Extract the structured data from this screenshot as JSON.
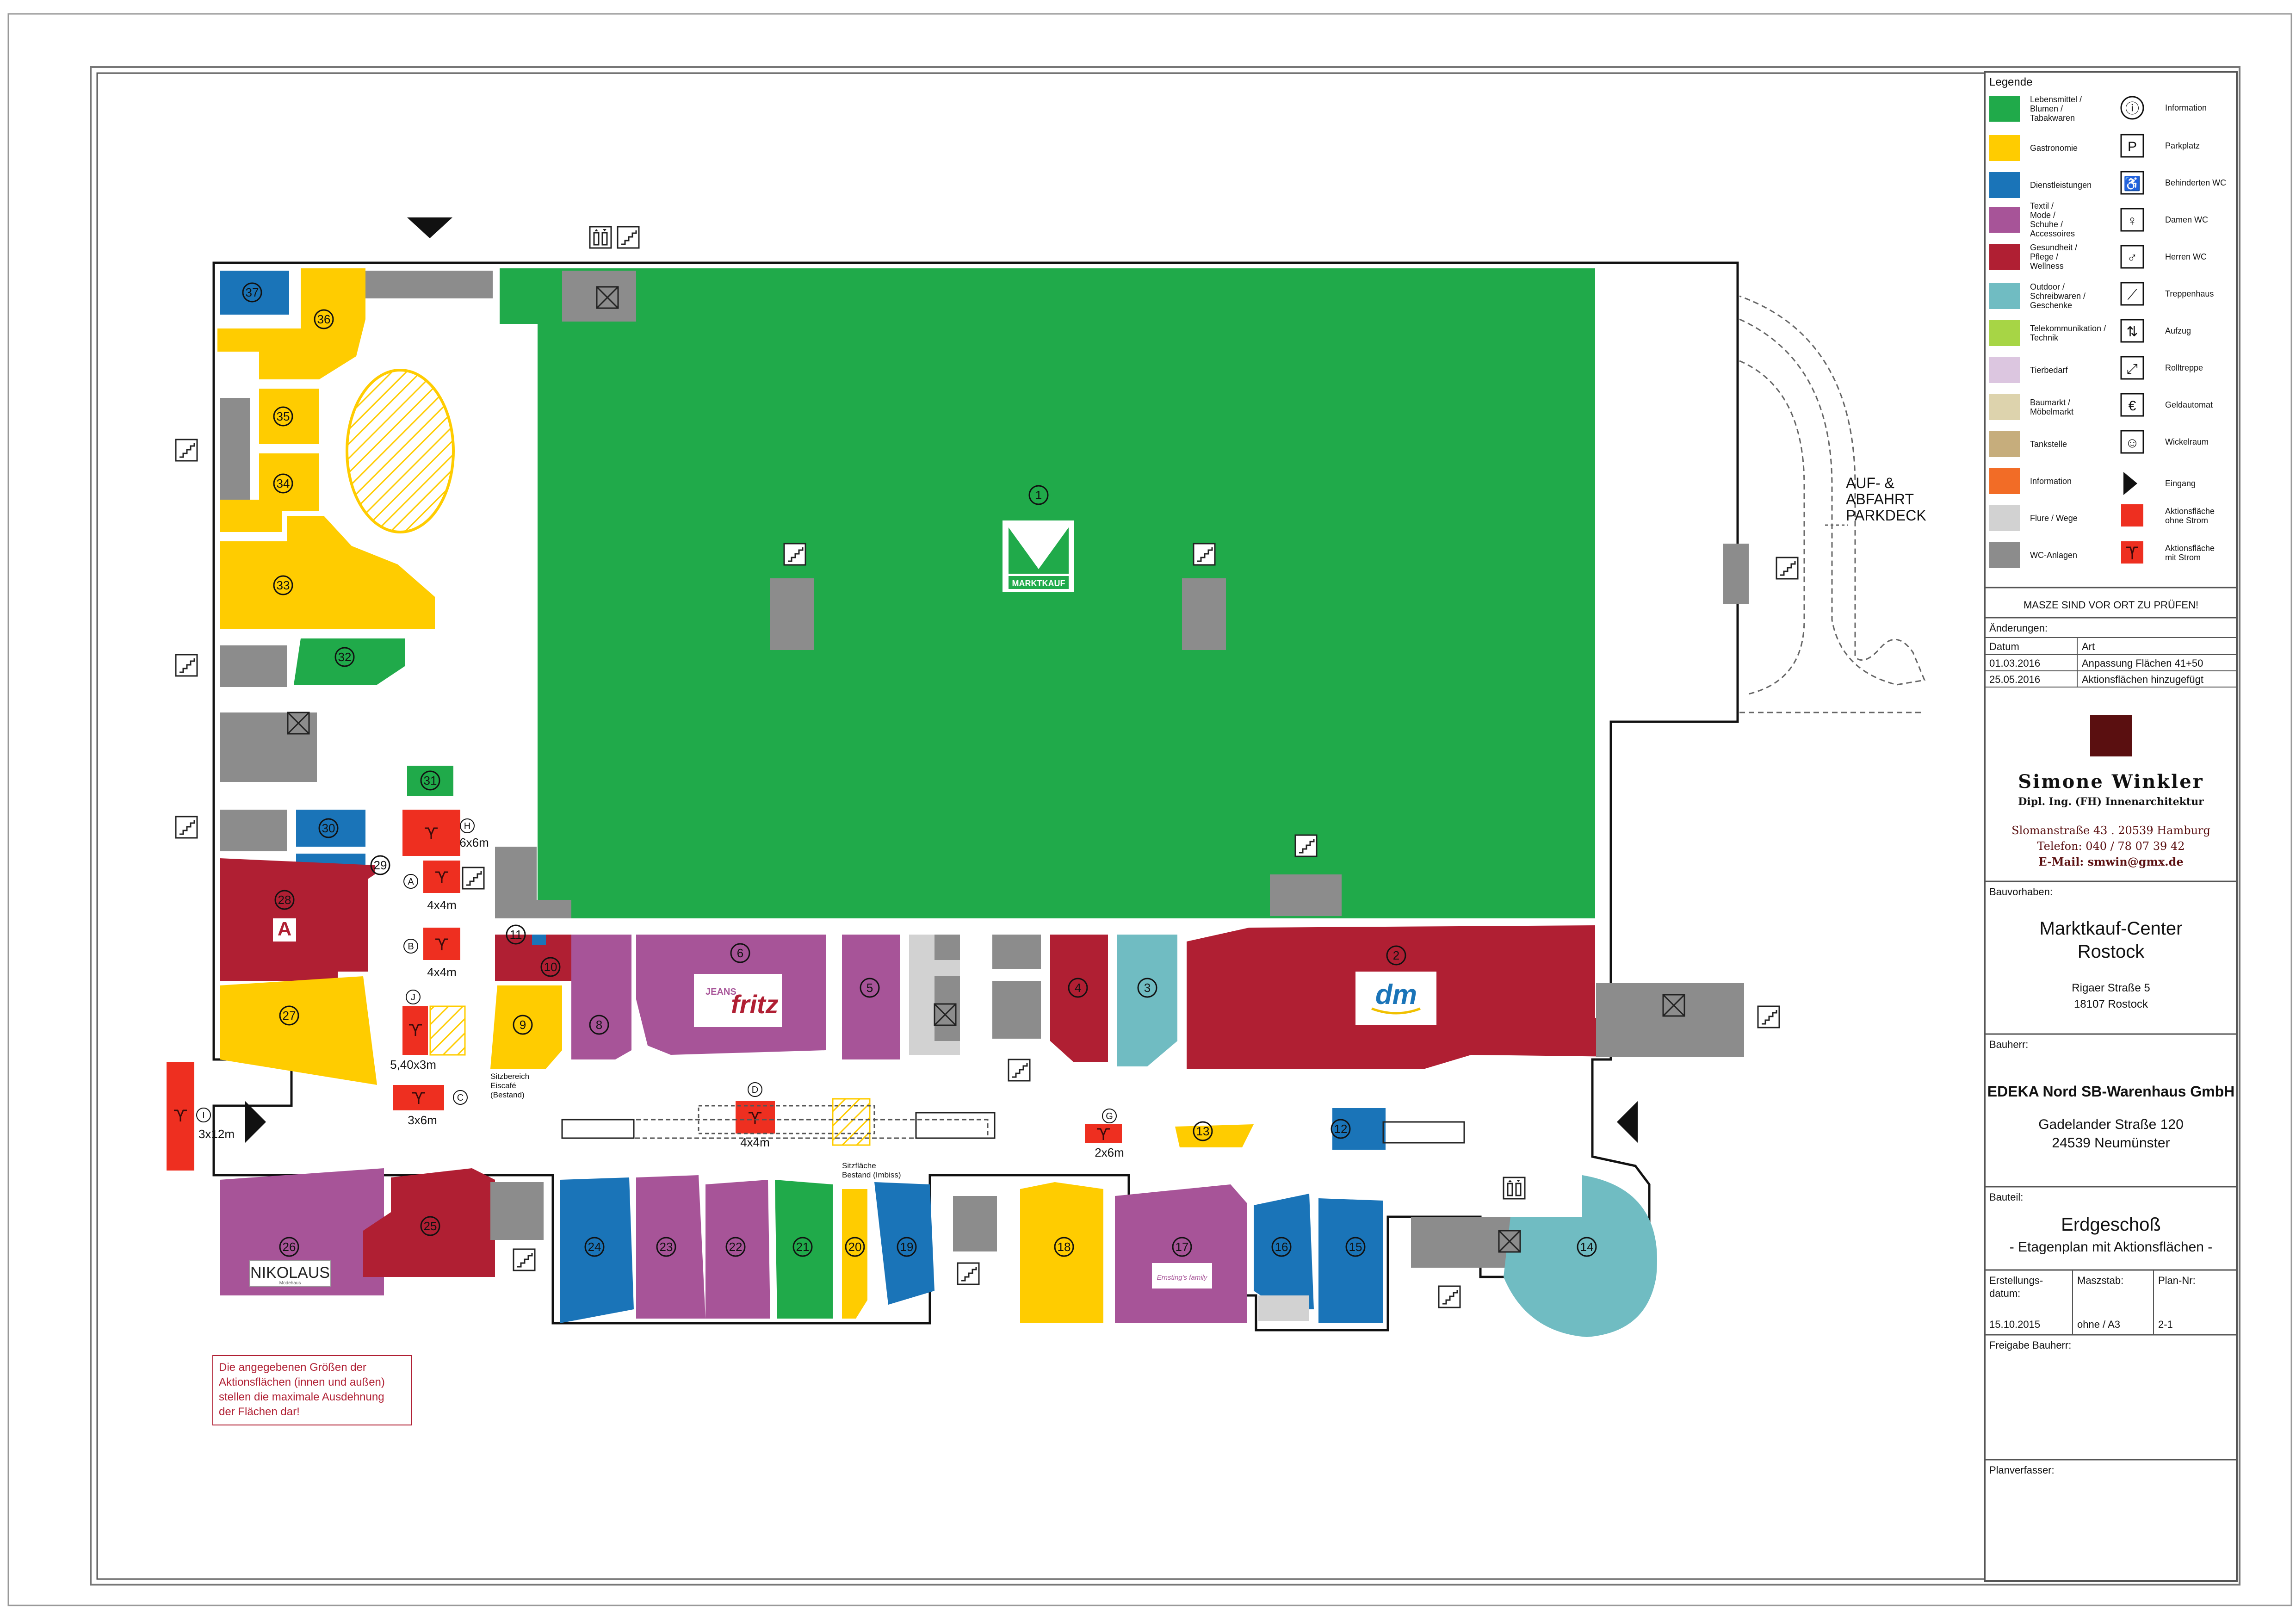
{
  "colors": {
    "lebensmittel": "#20aa4a",
    "gastronomie": "#ffcc00",
    "dienstleistungen": "#1a74b8",
    "textil": "#a75498",
    "gesundheit": "#b01f33",
    "outdoor": "#70bcc2",
    "telekom": "#a7d545",
    "tierbedarf": "#dcc6e0",
    "baumarkt": "#ddd3ad",
    "tankstelle": "#c6ad7c",
    "information": "#f26c26",
    "flure": "#d2d2d2",
    "wc": "#8c8c8c",
    "aktion": "#ee2f20",
    "logo": "#5a0f10"
  },
  "legend": {
    "title": "Legende",
    "left": [
      {
        "label": "Lebensmittel / Blumen / Tabakwaren",
        "key": "lebensmittel"
      },
      {
        "label": "Gastronomie",
        "key": "gastronomie"
      },
      {
        "label": "Dienstleistungen",
        "key": "dienstleistungen"
      },
      {
        "label": "Textil / Mode / Schuhe / Accessoires",
        "key": "textil"
      },
      {
        "label": "Gesundheit / Pflege / Wellness",
        "key": "gesundheit"
      },
      {
        "label": "Outdoor / Schreibwaren / Geschenke",
        "key": "outdoor"
      },
      {
        "label": "Telekommunikation / Technik",
        "key": "telekom"
      },
      {
        "label": "Tierbedarf",
        "key": "tierbedarf"
      },
      {
        "label": "Baumarkt / Möbelmarkt",
        "key": "baumarkt"
      },
      {
        "label": "Tankstelle",
        "key": "tankstelle"
      },
      {
        "label": "Information",
        "key": "information"
      },
      {
        "label": "Flure / Wege",
        "key": "flure"
      },
      {
        "label": "WC-Anlagen",
        "key": "wc"
      }
    ],
    "right": [
      {
        "label": "Information",
        "icon": "info-icon"
      },
      {
        "label": "Parkplatz",
        "icon": "parking-icon"
      },
      {
        "label": "Behinderten WC",
        "icon": "wheelchair-icon"
      },
      {
        "label": "Damen WC",
        "icon": "woman-icon"
      },
      {
        "label": "Herren WC",
        "icon": "man-icon"
      },
      {
        "label": "Treppenhaus",
        "icon": "stairs-icon"
      },
      {
        "label": "Aufzug",
        "icon": "elevator-icon"
      },
      {
        "label": "Rolltreppe",
        "icon": "escalator-icon"
      },
      {
        "label": "Geldautomat",
        "icon": "atm-icon"
      },
      {
        "label": "Wickelraum",
        "icon": "baby-icon"
      },
      {
        "label": "Eingang",
        "icon": "entrance-arrow-icon"
      },
      {
        "label": "Aktionsfläche ohne Strom",
        "icon": "promo-no-power-icon"
      },
      {
        "label": "Aktionsfläche mit Strom",
        "icon": "promo-power-icon"
      }
    ]
  },
  "titleblock": {
    "notice": "MASZE SIND VOR ORT ZU PRÜFEN!",
    "changes_label": "Änderungen:",
    "col_date": "Datum",
    "col_type": "Art",
    "changes": [
      {
        "date": "01.03.2016",
        "text": "Anpassung Flächen 41+50"
      },
      {
        "date": "25.05.2016",
        "text": "Aktionsflächen hinzugefügt"
      }
    ],
    "architect_name": "Simone Winkler",
    "architect_title": "Dipl. Ing. (FH) Innenarchitektur",
    "architect_address": "Slomanstraße 43 . 20539 Hamburg",
    "architect_phone": "Telefon: 040 / 78 07 39 42",
    "architect_email": "E-Mail: smwin@gmx.de",
    "project_label": "Bauvorhaben:",
    "project_name1": "Marktkauf-Center",
    "project_name2": "Rostock",
    "project_street": "Rigaer Straße 5",
    "project_city": "18107 Rostock",
    "client_label": "Bauherr:",
    "client_name": "EDEKA Nord SB-Warenhaus GmbH",
    "client_street": "Gadelander Straße 120",
    "client_city": "24539 Neumünster",
    "part_label": "Bauteil:",
    "part_name": "Erdgeschoß",
    "part_desc": "- Etagenplan mit Aktionsflächen -",
    "created_label1": "Erstellungs-",
    "created_label2": "datum:",
    "created_value": "15.10.2015",
    "scale_label": "Maszstab:",
    "scale_value": "ohne / A3",
    "plan_no_label": "Plan-Nr:",
    "plan_no_value": "2-1",
    "approval_label": "Freigabe Bauherr:",
    "planner_label": "Planverfasser:"
  },
  "map": {
    "parkdeck_label": [
      "AUF- &",
      "ABFAHRT",
      "PARKDECK"
    ],
    "note": [
      "Die angegebenen Größen der",
      "Aktionsflächen (innen und außen)",
      "stellen die maximale Ausdehnung",
      "der Flächen dar!"
    ],
    "seating_eiscafe": [
      "Sitzbereich",
      "Eiscafé",
      "(Bestand)"
    ],
    "seating_imbiss": [
      "Sitzfläche",
      "Bestand (Imbiss)"
    ],
    "store_logos": {
      "marktkauf": "MARKTKAUF",
      "jeans": "JEANS",
      "fritz": "fritz",
      "dm": "dm",
      "nikolaus": "NIKOLAUS",
      "nikolaus_sub": "Modehaus",
      "ernstings": "Ernsting's family"
    },
    "units": [
      {
        "n": "1"
      },
      {
        "n": "2"
      },
      {
        "n": "3"
      },
      {
        "n": "4"
      },
      {
        "n": "5"
      },
      {
        "n": "6"
      },
      {
        "n": "8"
      },
      {
        "n": "9"
      },
      {
        "n": "10"
      },
      {
        "n": "11"
      },
      {
        "n": "12"
      },
      {
        "n": "13"
      },
      {
        "n": "14"
      },
      {
        "n": "15"
      },
      {
        "n": "16"
      },
      {
        "n": "17"
      },
      {
        "n": "18"
      },
      {
        "n": "19"
      },
      {
        "n": "20"
      },
      {
        "n": "21"
      },
      {
        "n": "22"
      },
      {
        "n": "23"
      },
      {
        "n": "24"
      },
      {
        "n": "25"
      },
      {
        "n": "26"
      },
      {
        "n": "27"
      },
      {
        "n": "28"
      },
      {
        "n": "29"
      },
      {
        "n": "30"
      },
      {
        "n": "31"
      },
      {
        "n": "32"
      },
      {
        "n": "33"
      },
      {
        "n": "34"
      },
      {
        "n": "35"
      },
      {
        "n": "36"
      },
      {
        "n": "37"
      }
    ],
    "promo_areas": [
      {
        "id": "A",
        "size": "4x4m"
      },
      {
        "id": "B",
        "size": "4x4m"
      },
      {
        "id": "C",
        "size": "3x6m"
      },
      {
        "id": "D",
        "size": "4x4m"
      },
      {
        "id": "G",
        "size": "2x6m"
      },
      {
        "id": "H",
        "size": "6x6m"
      },
      {
        "id": "I",
        "size": "3x12m"
      },
      {
        "id": "J",
        "size": "5,40x3m"
      }
    ]
  }
}
